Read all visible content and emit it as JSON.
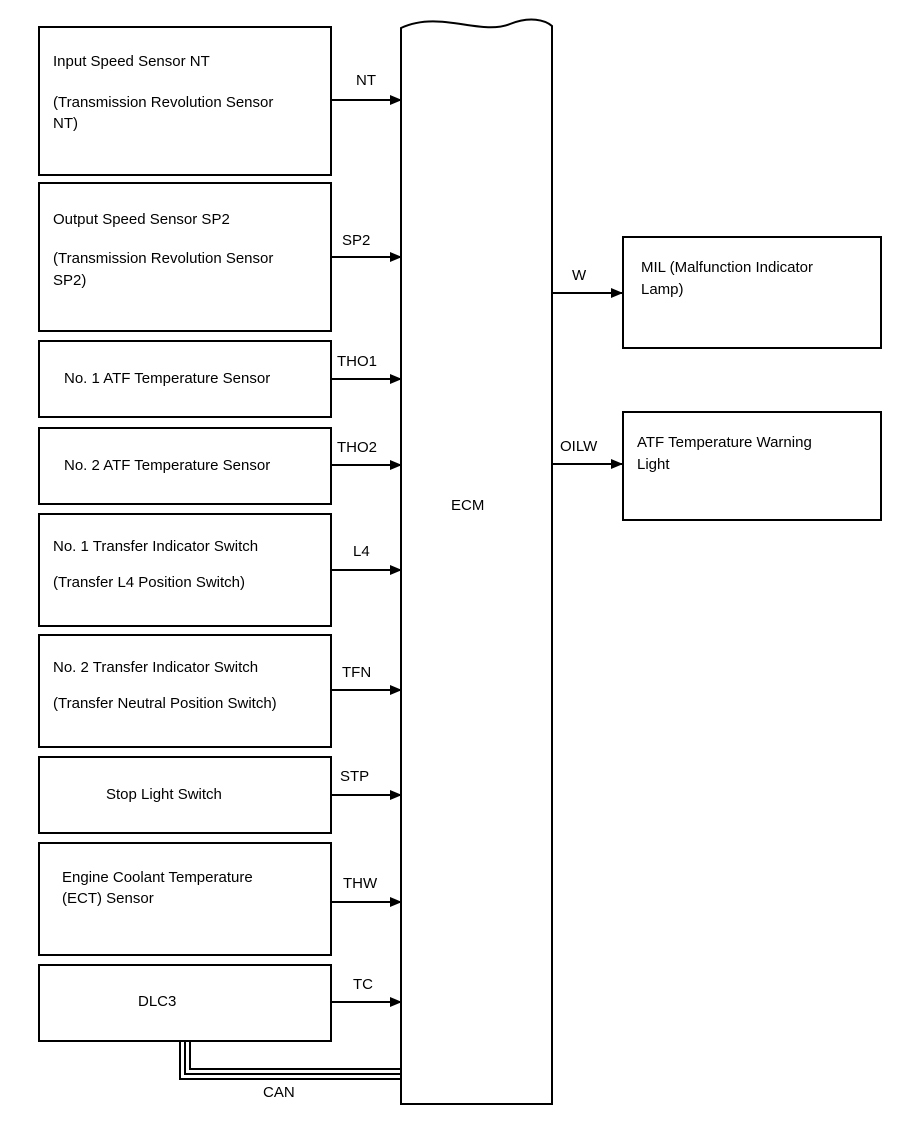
{
  "ecm": {
    "label": "ECM"
  },
  "inputs": [
    {
      "line1": "Input Speed Sensor NT",
      "line2": "(Transmission Revolution Sensor",
      "line3": "NT)",
      "signal": "NT"
    },
    {
      "line1": "Output Speed Sensor SP2",
      "line2": "(Transmission Revolution Sensor",
      "line3": "SP2)",
      "signal": "SP2"
    },
    {
      "line1": "No. 1 ATF Temperature Sensor",
      "signal": "THO1"
    },
    {
      "line1": "No. 2 ATF Temperature Sensor",
      "signal": "THO2"
    },
    {
      "line1": "No. 1 Transfer Indicator Switch",
      "line2": "(Transfer L4 Position Switch)",
      "signal": "L4"
    },
    {
      "line1": "No. 2 Transfer Indicator Switch",
      "line2": "(Transfer Neutral Position Switch)",
      "signal": "TFN"
    },
    {
      "line1": "Stop Light Switch",
      "signal": "STP"
    },
    {
      "line1": "Engine Coolant Temperature",
      "line2": "(ECT) Sensor",
      "signal": "THW"
    },
    {
      "line1": "DLC3",
      "signal": "TC"
    }
  ],
  "outputs": [
    {
      "line1": "MIL (Malfunction Indicator",
      "line2": "Lamp)",
      "signal": "W"
    },
    {
      "line1": "ATF Temperature Warning",
      "line2": "Light",
      "signal": "OILW"
    }
  ],
  "bus": {
    "label": "CAN"
  }
}
